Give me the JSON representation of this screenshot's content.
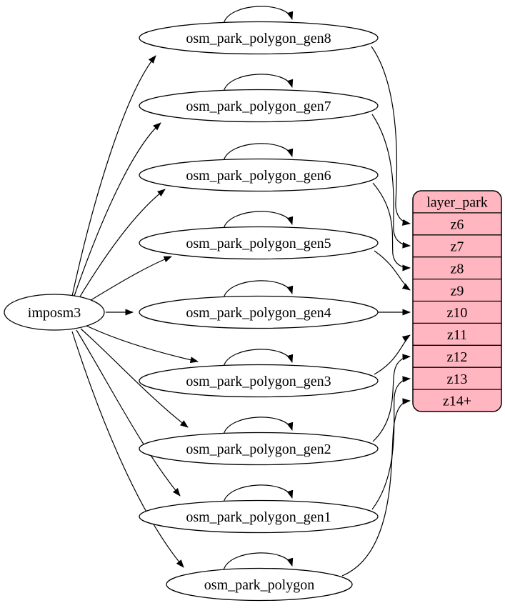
{
  "diagram": {
    "kind": "import-dependency-graph",
    "source": {
      "label": "imposm3"
    },
    "tables": [
      {
        "label": "osm_park_polygon_gen8",
        "target_zoom": "z6"
      },
      {
        "label": "osm_park_polygon_gen7",
        "target_zoom": "z7"
      },
      {
        "label": "osm_park_polygon_gen6",
        "target_zoom": "z8"
      },
      {
        "label": "osm_park_polygon_gen5",
        "target_zoom": "z9"
      },
      {
        "label": "osm_park_polygon_gen4",
        "target_zoom": "z10"
      },
      {
        "label": "osm_park_polygon_gen3",
        "target_zoom": "z11"
      },
      {
        "label": "osm_park_polygon_gen2",
        "target_zoom": "z12"
      },
      {
        "label": "osm_park_polygon_gen1",
        "target_zoom": "z13"
      },
      {
        "label": "osm_park_polygon",
        "target_zoom": "z14+"
      }
    ],
    "layer": {
      "title": "layer_park",
      "rows": [
        "z6",
        "z7",
        "z8",
        "z9",
        "z10",
        "z11",
        "z12",
        "z13",
        "z14+"
      ]
    },
    "colors": {
      "layer_fill": "#ffb6c1",
      "node_fill": "#ffffff",
      "edge": "#000000"
    }
  }
}
